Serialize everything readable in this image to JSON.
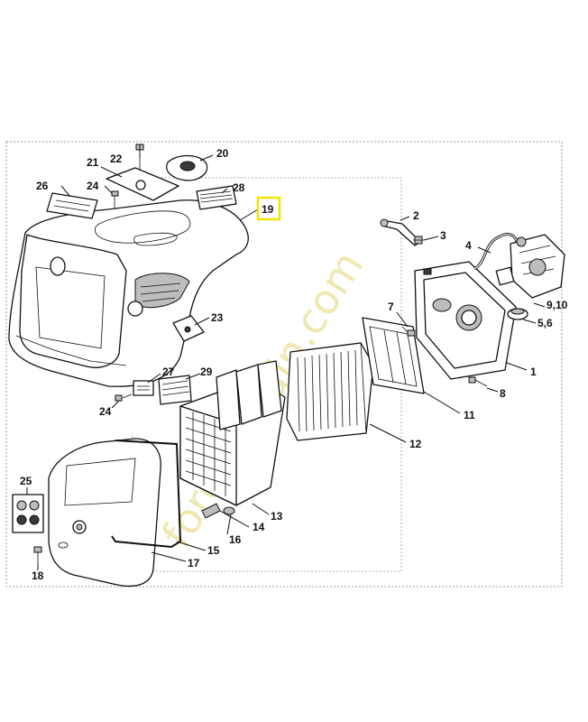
{
  "diagram": {
    "highlight_color": "#f2e600",
    "watermark_text": "forestjardin.com",
    "watermark_color": "#efe3a3",
    "callouts": [
      {
        "id": "c1",
        "text": "1"
      },
      {
        "id": "c2",
        "text": "2"
      },
      {
        "id": "c3",
        "text": "3"
      },
      {
        "id": "c4",
        "text": "4"
      },
      {
        "id": "c56",
        "text": "5,6"
      },
      {
        "id": "c7",
        "text": "7"
      },
      {
        "id": "c8",
        "text": "8"
      },
      {
        "id": "c910",
        "text": "9,10"
      },
      {
        "id": "c11",
        "text": "11"
      },
      {
        "id": "c12",
        "text": "12"
      },
      {
        "id": "c13",
        "text": "13"
      },
      {
        "id": "c14",
        "text": "14"
      },
      {
        "id": "c15",
        "text": "15"
      },
      {
        "id": "c16",
        "text": "16"
      },
      {
        "id": "c17",
        "text": "17"
      },
      {
        "id": "c18",
        "text": "18"
      },
      {
        "id": "c19",
        "text": "19",
        "highlighted": true
      },
      {
        "id": "c20",
        "text": "20"
      },
      {
        "id": "c21",
        "text": "21"
      },
      {
        "id": "c22",
        "text": "22"
      },
      {
        "id": "c23",
        "text": "23"
      },
      {
        "id": "c24a",
        "text": "24"
      },
      {
        "id": "c24b",
        "text": "24"
      },
      {
        "id": "c25",
        "text": "25"
      },
      {
        "id": "c26",
        "text": "26"
      },
      {
        "id": "c27",
        "text": "27"
      },
      {
        "id": "c28",
        "text": "28"
      },
      {
        "id": "c29",
        "text": "29"
      }
    ]
  }
}
